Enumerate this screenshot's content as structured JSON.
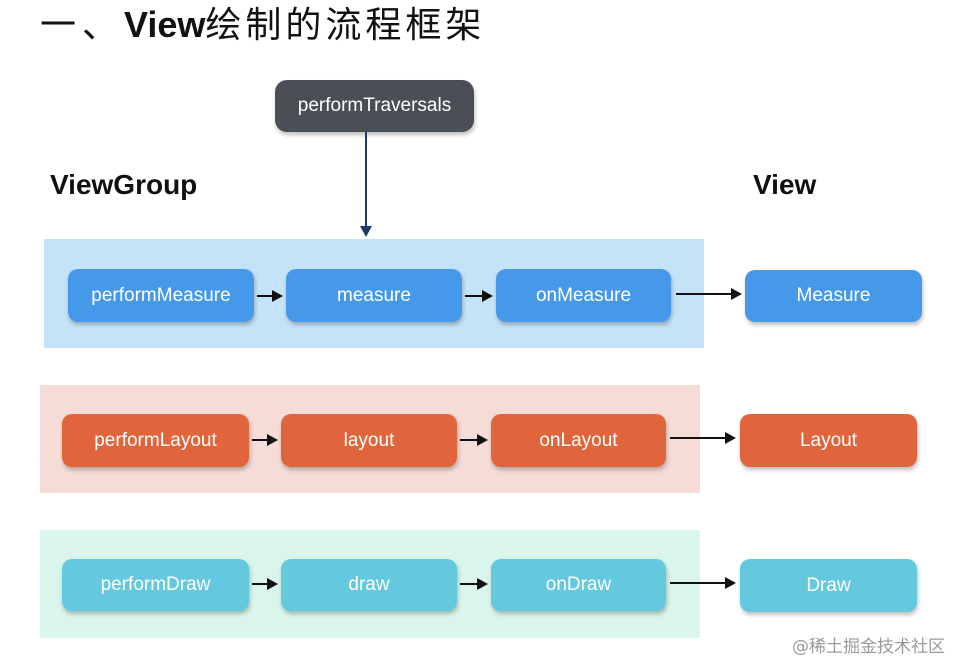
{
  "title": {
    "prefix": "一、",
    "keyword": "View",
    "rest": "绘制的流程框架"
  },
  "labels": {
    "left": "ViewGroup",
    "right": "View"
  },
  "entry": {
    "label": "performTraversals",
    "color": "#4a4e55"
  },
  "rows": [
    {
      "id": "measure",
      "band_color": "#c5e3f8",
      "node_color": "#4599e8",
      "nodes": [
        "performMeasure",
        "measure",
        "onMeasure"
      ],
      "view_node": "Measure"
    },
    {
      "id": "layout",
      "band_color": "#f6dcd6",
      "node_color": "#e0653d",
      "nodes": [
        "performLayout",
        "layout",
        "onLayout"
      ],
      "view_node": "Layout"
    },
    {
      "id": "draw",
      "band_color": "#d9f5ec",
      "node_color": "#64c8de",
      "nodes": [
        "performDraw",
        "draw",
        "onDraw"
      ],
      "view_node": "Draw"
    }
  ],
  "watermark": "@稀土掘金技术社区"
}
